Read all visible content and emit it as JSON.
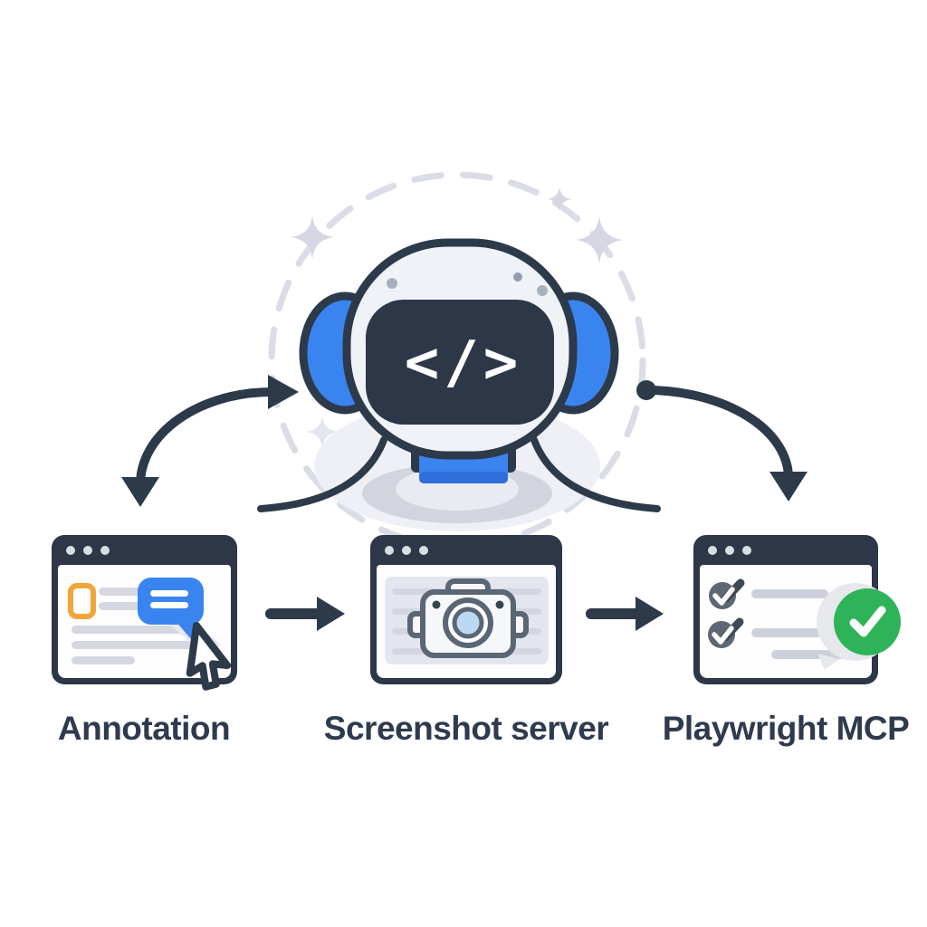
{
  "diagram": {
    "agent": {
      "name": "AI agent robot",
      "screen_glyph": "</>"
    },
    "nodes": [
      {
        "id": "annotation",
        "label": "Annotation",
        "icon": "annotated-page-icon"
      },
      {
        "id": "screenshot-server",
        "label": "Screenshot server",
        "icon": "camera-icon"
      },
      {
        "id": "playwright-mcp",
        "label": "Playwright MCP",
        "icon": "checklist-success-icon"
      }
    ],
    "arrows": [
      {
        "from": "agent",
        "to": "annotation",
        "style": "curved, double-headed"
      },
      {
        "from": "agent",
        "to": "playwright-mcp",
        "style": "curved, dot tail"
      },
      {
        "from": "annotation",
        "to": "screenshot-server",
        "style": "straight"
      },
      {
        "from": "screenshot-server",
        "to": "playwright-mcp",
        "style": "straight"
      }
    ],
    "colors": {
      "outline_dark": "#2d3a4a",
      "chrome_dark": "#2d3748",
      "accent_blue": "#3a84f0",
      "success_green": "#2eb359",
      "highlight_orange": "#f3a43b",
      "line_gray": "#d3d6e0",
      "panel_gray": "#e4e6ef",
      "halo_gray": "#dadce6"
    }
  }
}
